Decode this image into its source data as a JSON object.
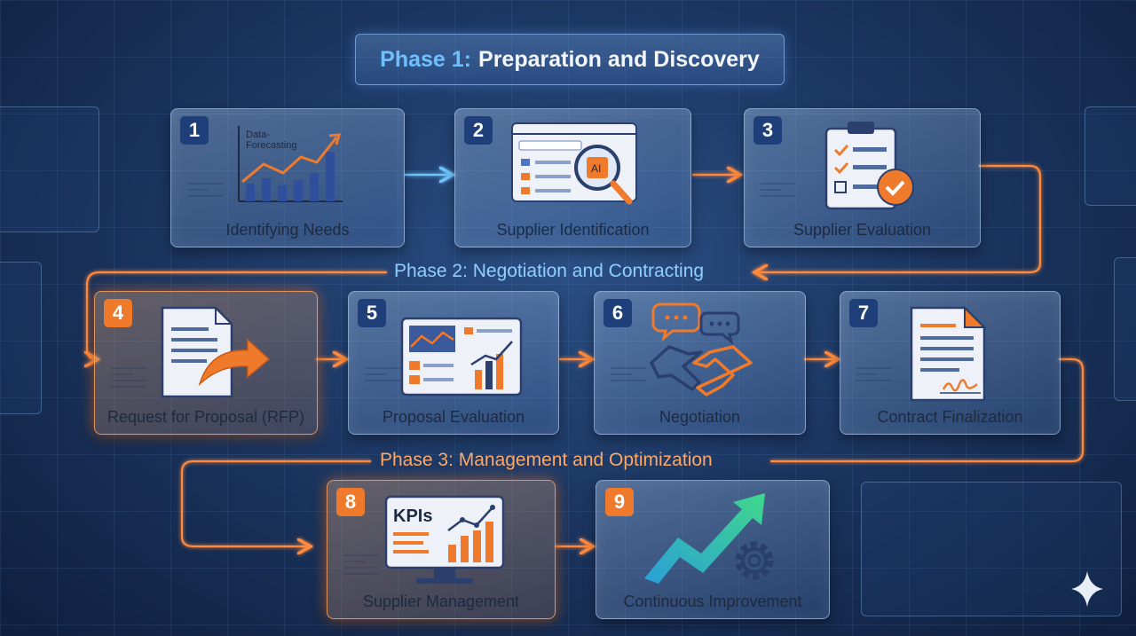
{
  "phases": [
    {
      "prefix": "Phase 1:",
      "title": "Preparation and Discovery"
    },
    {
      "label": "Phase 2: Negotiation and Contracting"
    },
    {
      "label": "Phase 3: Management and Optimization"
    }
  ],
  "steps": [
    {
      "num": "1",
      "label": "Identifying Needs",
      "icon_text": "Data-\nForecasting"
    },
    {
      "num": "2",
      "label": "Supplier Identification",
      "icon_text": "AI"
    },
    {
      "num": "3",
      "label": "Supplier Evaluation"
    },
    {
      "num": "4",
      "label": "Request for Proposal (RFP)"
    },
    {
      "num": "5",
      "label": "Proposal Evaluation"
    },
    {
      "num": "6",
      "label": "Negotiation"
    },
    {
      "num": "7",
      "label": "Contract Finalization"
    },
    {
      "num": "8",
      "label": "Supplier Management",
      "icon_text": "KPIs"
    },
    {
      "num": "9",
      "label": "Continuous Improvement"
    }
  ],
  "colors": {
    "accent_orange": "#f07a2c",
    "accent_blue": "#5fb6ff",
    "badge_blue": "#1f3f7a"
  }
}
